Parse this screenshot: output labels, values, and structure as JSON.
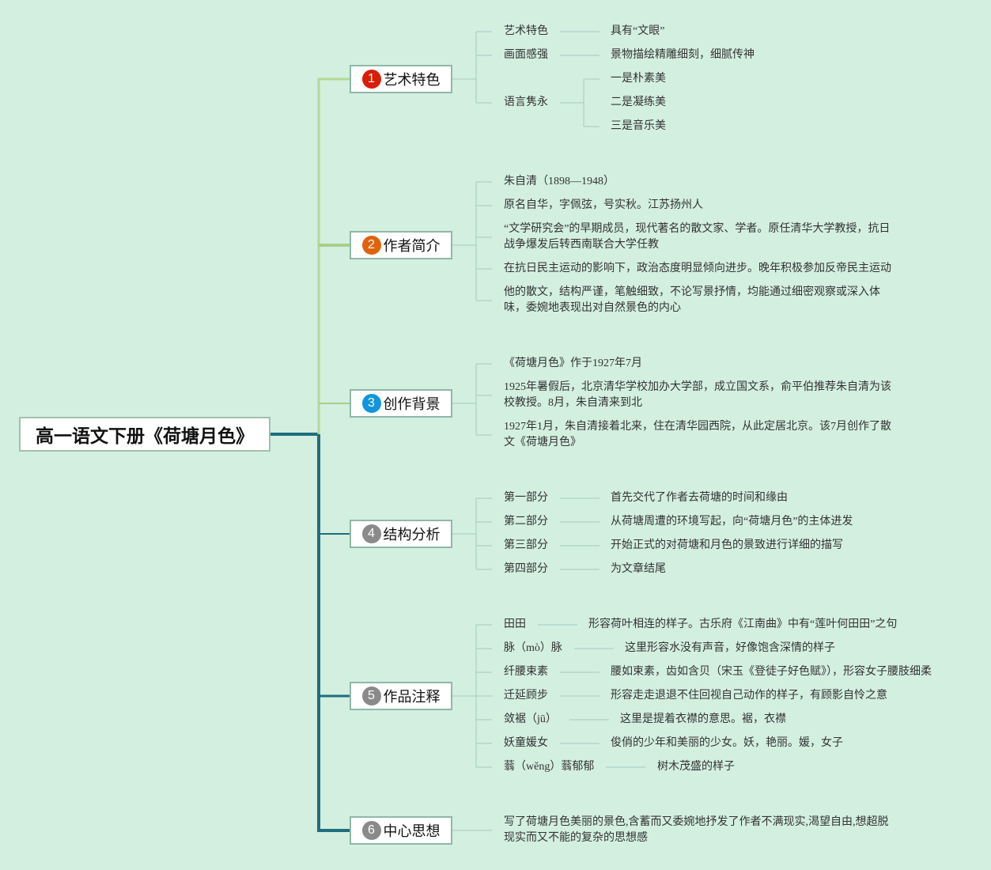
{
  "root": {
    "title": "高一语文下册《荷塘月色》"
  },
  "colors": {
    "background": "#d3efe0",
    "main_line": "#1e6e7e",
    "light_line": "#b5d994",
    "badges": [
      "#d81e06",
      "#e0620d",
      "#1296db",
      "#8a8a8a",
      "#8a8a8a",
      "#8a8a8a"
    ]
  },
  "branches": [
    {
      "num": "1",
      "label": "艺术特色"
    },
    {
      "num": "2",
      "label": "作者简介"
    },
    {
      "num": "3",
      "label": "创作背景"
    },
    {
      "num": "4",
      "label": "结构分析"
    },
    {
      "num": "5",
      "label": "作品注释"
    },
    {
      "num": "6",
      "label": "中心思想"
    }
  ],
  "art": {
    "items": [
      "艺术特色",
      "画面感强",
      "语言隽永"
    ],
    "details": [
      "具有“文眼”",
      "景物描绘精雕细刻，细腻传神"
    ],
    "language": [
      "一是朴素美",
      "二是凝练美",
      "三是音乐美"
    ]
  },
  "author": {
    "items": [
      "朱自清（1898—1948）",
      "原名自华，字佩弦，号实秋。江苏扬州人",
      "“文学研究会”的早期成员，现代著名的散文家、学者。原任清华大学教授，抗日战争爆发后转西南联合大学任教",
      "在抗日民主运动的影响下，政治态度明显倾向进步。晚年积极参加反帝民主运动",
      "他的散文，结构严谨，笔触细致，不论写景抒情，均能通过细密观察或深入体味，委婉地表现出对自然景色的内心"
    ]
  },
  "background": {
    "items": [
      "《荷塘月色》作于1927年7月",
      "1925年暑假后，北京清华学校加办大学部，成立国文系，俞平伯推荐朱自清为该校教授。8月，朱自清来到北",
      "1927年1月，朱自清接着北来，住在清华园西院，从此定居北京。该7月创作了散文《荷塘月色》"
    ]
  },
  "structure": {
    "parts": [
      "第一部分",
      "第二部分",
      "第三部分",
      "第四部分"
    ],
    "descs": [
      "首先交代了作者去荷塘的时间和缘由",
      "从荷塘周遭的环境写起，向“荷塘月色”的主体进发",
      "开始正式的对荷塘和月色的景致进行详细的描写",
      "为文章结尾"
    ]
  },
  "notes": {
    "terms": [
      "田田",
      "脉（mò）脉",
      "纤腰束素",
      "迁延顾步",
      "敛裾（jū）",
      "妖童媛女",
      "蓊（wěng）蓊郁郁"
    ],
    "defs": [
      "形容荷叶相连的样子。古乐府《江南曲》中有“莲叶何田田”之句",
      "这里形容水没有声音，好像饱含深情的样子",
      "腰如束素，齿如含贝（宋玉《登徒子好色赋》），形容女子腰肢细柔",
      "形容走走退退不住回视自己动作的样子，有顾影自怜之意",
      "这里是提着衣襟的意思。裾，衣襟",
      "俊俏的少年和美丽的少女。妖，艳丽。媛，女子",
      "树木茂盛的样子"
    ]
  },
  "theme": {
    "text": "写了荷塘月色美丽的景色,含蓄而又委婉地抒发了作者不满现实,渴望自由,想超脱现实而又不能的复杂的思想感"
  }
}
